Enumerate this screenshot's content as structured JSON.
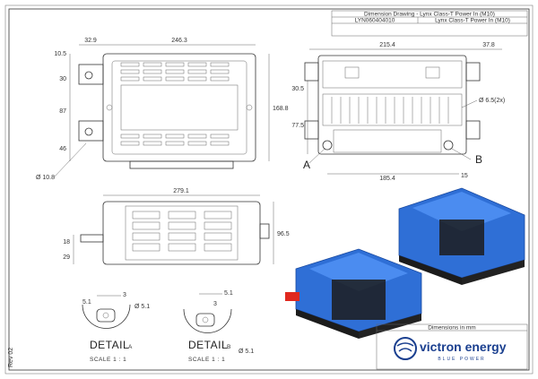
{
  "title_block": {
    "drawing_title": "Dimension Drawing - Lynx Class-T Power In (M10)",
    "part_number": "LYN060404010",
    "part_name": "Lynx Class-T Power In (M10)"
  },
  "dimensions": {
    "top_view": {
      "d1": "32.9",
      "d2": "246.3",
      "d3": "10.5",
      "d4": "30",
      "d5": "87",
      "d6": "46",
      "d7": "168.8",
      "d8": "Ø 10.8"
    },
    "front_view": {
      "d1": "215.4",
      "d2": "37.8",
      "d3": "30.5",
      "d4": "77.5",
      "d5": "Ø 6.5(2x)",
      "d6": "185.4",
      "d7": "15",
      "label_a": "A",
      "label_b": "B"
    },
    "side_view": {
      "d1": "279.1",
      "d2": "96.5",
      "d3": "18",
      "d4": "29"
    },
    "detail_a": {
      "d1": "5.1",
      "d2": "3",
      "d3": "Ø 5.1"
    },
    "detail_b": {
      "d1": "5.1",
      "d2": "3",
      "d3": "Ø 5.1"
    }
  },
  "details": {
    "a_title": "DETAIL",
    "a_letter": "A",
    "a_scale": "SCALE 1 : 1",
    "b_title": "DETAIL",
    "b_letter": "B",
    "b_scale": "SCALE 1 : 1"
  },
  "units_note": "Dimensions in mm",
  "brand": {
    "name": "victron energy",
    "tagline": "BLUE POWER",
    "color": "#1a3f8f"
  },
  "revision": "Rev 02",
  "colors": {
    "enclosure_blue": "#2f6fd6",
    "cap_black": "#1c1c1c",
    "terminal_red": "#e0281f"
  }
}
